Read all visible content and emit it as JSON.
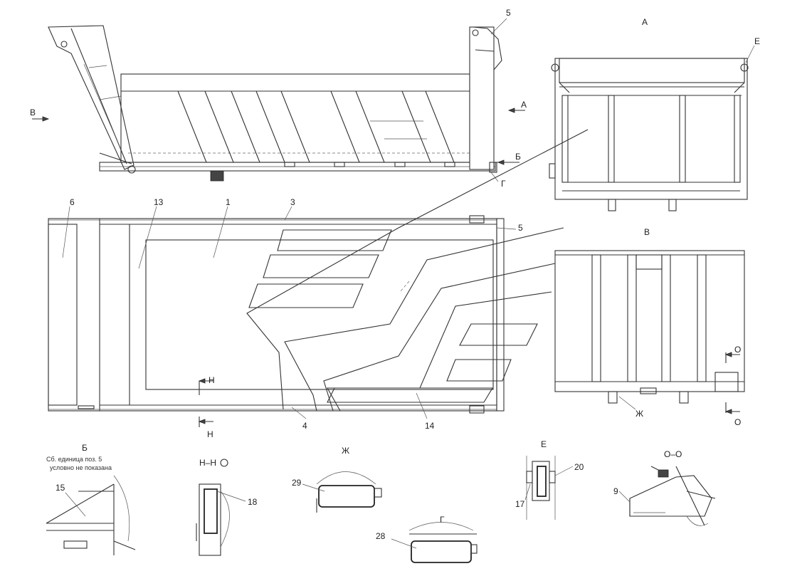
{
  "labels": {
    "pos1": "1",
    "pos3": "3",
    "pos4": "4",
    "pos5_top": "5",
    "pos5_mid": "5",
    "pos6": "6",
    "pos9": "9",
    "pos13": "13",
    "pos14": "14",
    "pos15": "15",
    "pos17": "17",
    "pos18": "18",
    "pos20": "20",
    "pos28": "28",
    "pos29": "29"
  },
  "views": {
    "view_a": "А",
    "view_v": "В",
    "arrow_a": "А",
    "arrow_b": "Б",
    "arrow_v": "В",
    "g_side": "Г",
    "e_corner": "Е",
    "zh_bottom": "Ж",
    "n_upper": "Н",
    "n_lower": "Н",
    "o_upper": "О",
    "o_lower": "О"
  },
  "details": {
    "detail_b_title": "Б",
    "detail_b_note_line1": "Сб. единица поз. 5",
    "detail_b_note_line2": "условно не показана",
    "detail_nn_title": "Н–Н",
    "detail_zh_title": "Ж",
    "detail_g_title": "Г",
    "detail_e_title": "Е",
    "detail_oo_title": "О–О"
  }
}
